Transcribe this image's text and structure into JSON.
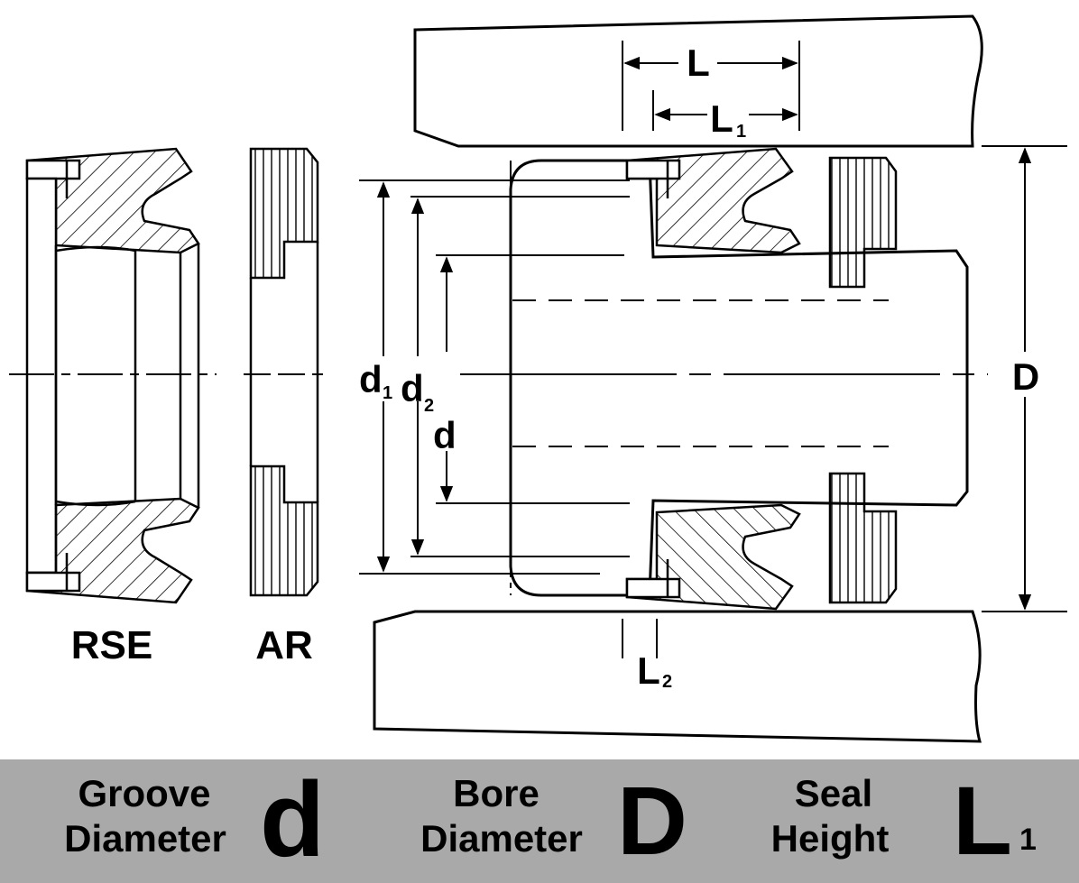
{
  "labels": {
    "rse": "RSE",
    "ar": "AR",
    "L": "L",
    "L1": "L",
    "L1_sub": "1",
    "L2": "L",
    "L2_sub": "2",
    "d1": "d",
    "d1_sub": "1",
    "d2": "d",
    "d2_sub": "2",
    "d": "d",
    "D": "D"
  },
  "legend": {
    "groove": {
      "line1": "Groove",
      "line2": "Diameter",
      "symbol": "d"
    },
    "bore": {
      "line1": "Bore",
      "line2": "Diameter",
      "symbol": "D"
    },
    "seal": {
      "line1": "Seal",
      "line2": "Height",
      "symbol": "L",
      "subscript": "1"
    }
  },
  "colors": {
    "legend_background": "#a9a9a9",
    "ink": "#000000",
    "paper": "#ffffff"
  }
}
